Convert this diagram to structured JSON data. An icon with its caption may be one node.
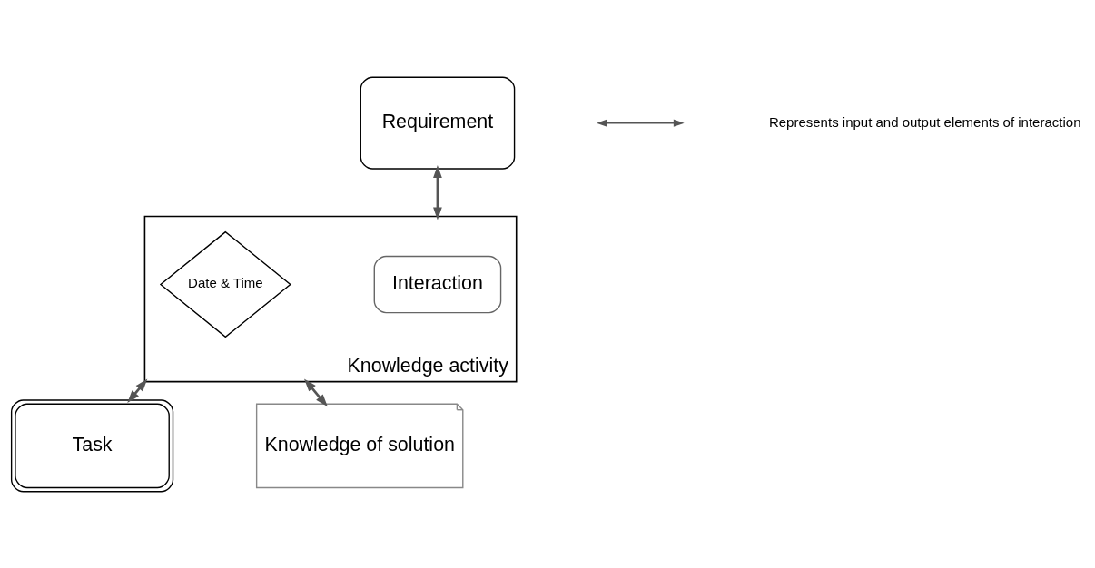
{
  "diagram": {
    "nodes": [
      {
        "text": [
          "Requirement"
        ]
      },
      {
        "text": [
          "Knowledge activity"
        ]
      },
      {
        "text": [
          "Interaction"
        ],
        "in": 1
      },
      {
        "text": [
          "Date & Time"
        ],
        "in": 1
      },
      {
        "text": [
          "Task"
        ]
      },
      {
        "text": [
          "Knowledge of solution"
        ]
      }
    ],
    "edges": [
      {
        "from": 0,
        "to": 1,
        "arrow": "both"
      },
      {
        "from": 1,
        "to": 4,
        "arrow": "both"
      },
      {
        "from": 1,
        "to": 5,
        "arrow": "both"
      }
    ],
    "legend": [
      {
        "text": "Represents input and output elements of interaction"
      }
    ]
  }
}
